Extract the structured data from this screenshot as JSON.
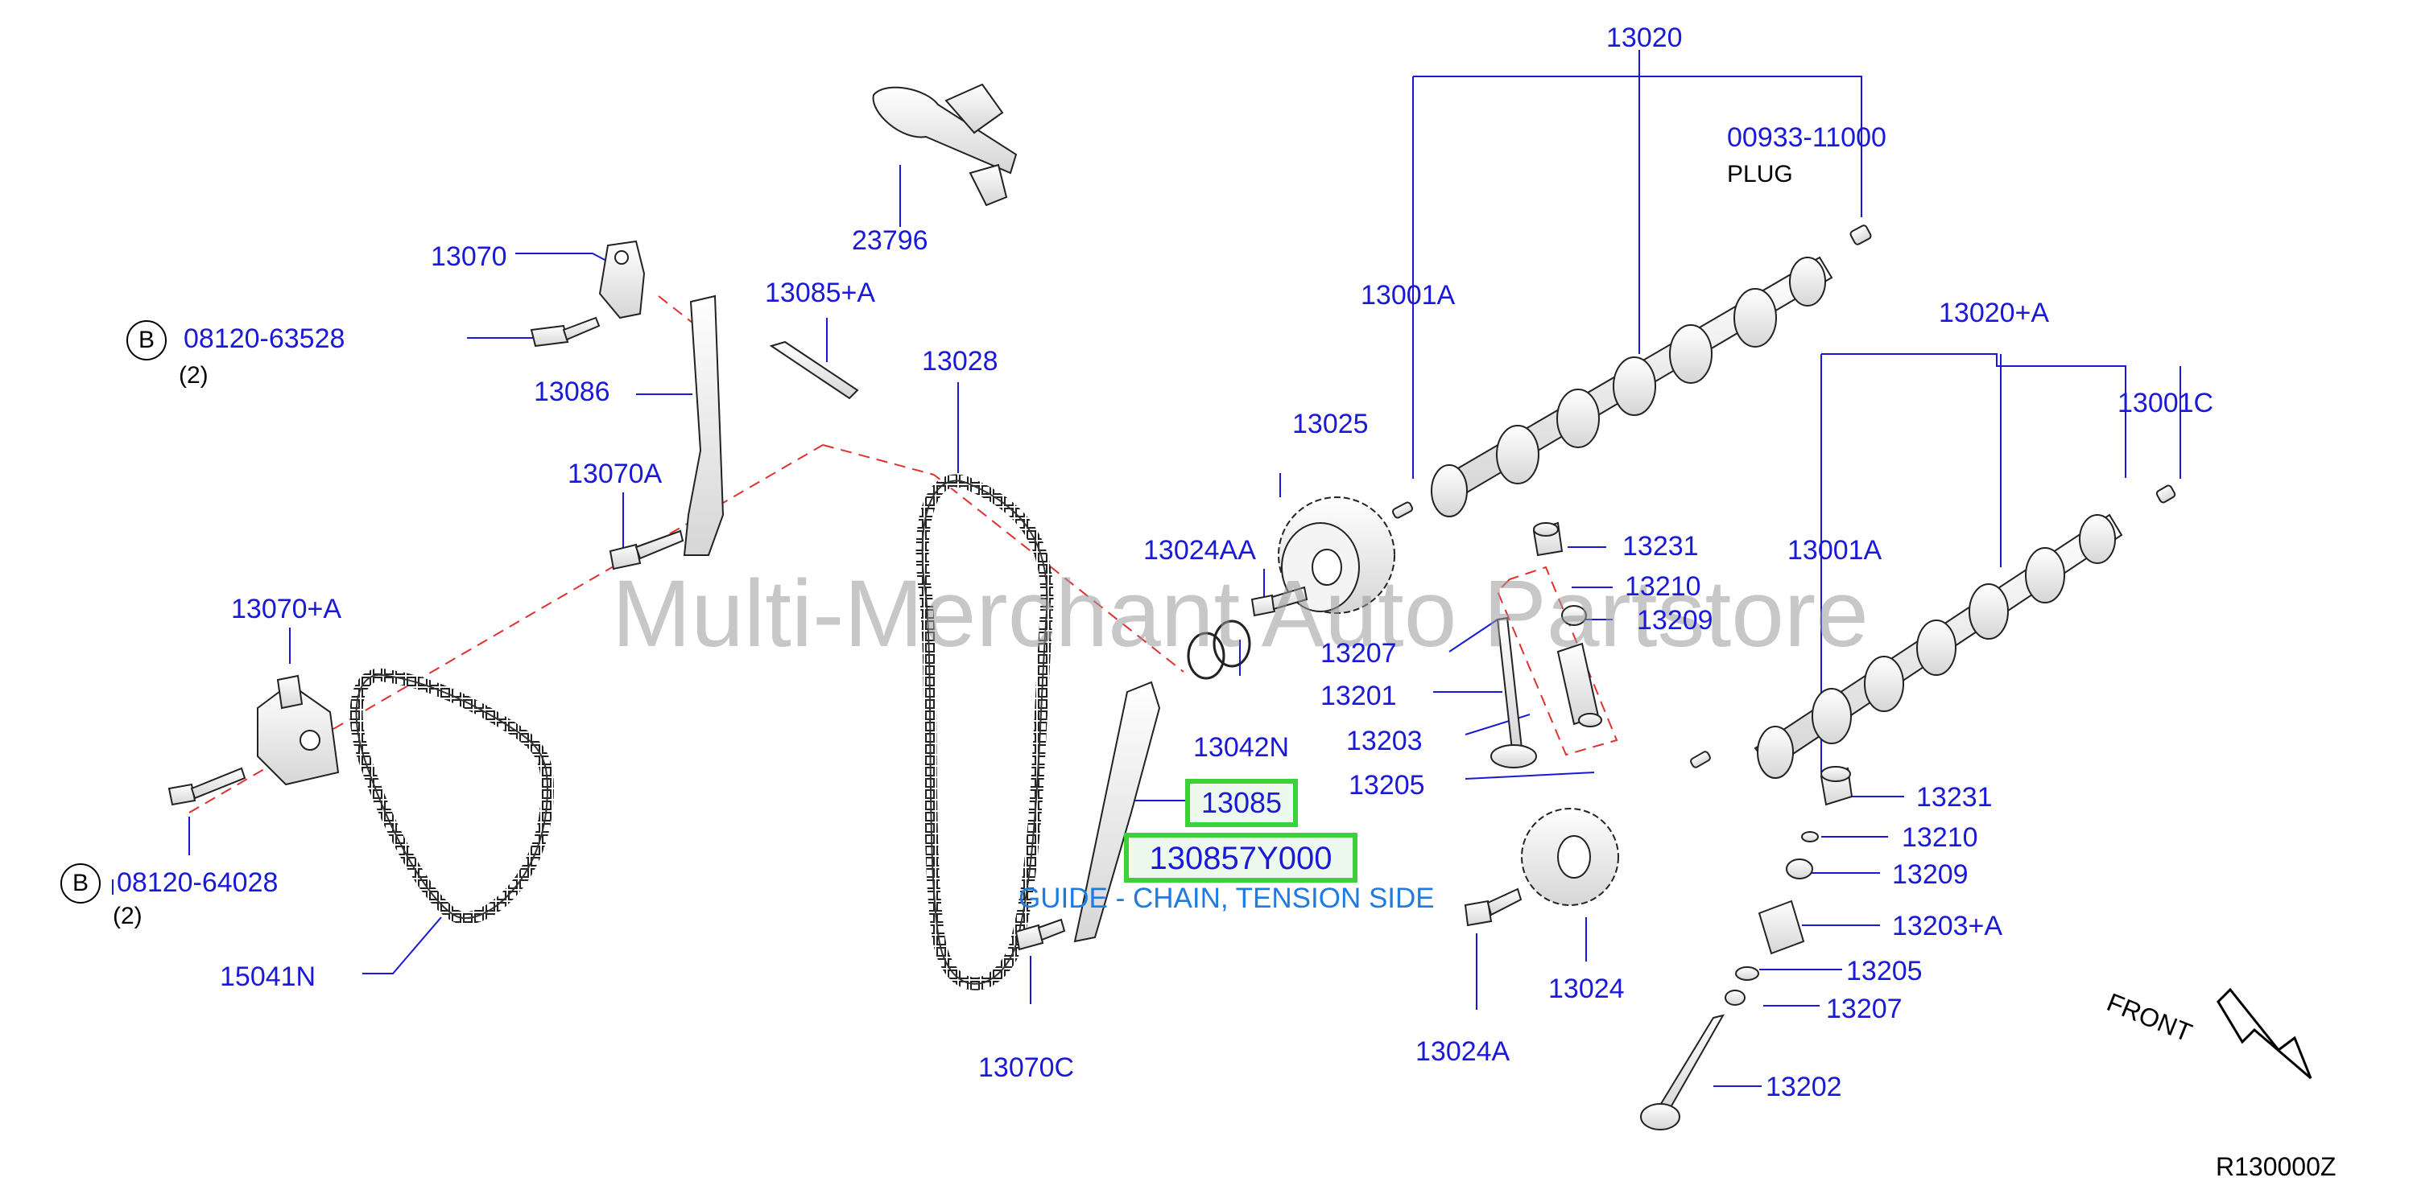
{
  "watermark": "Multi-Merchant Auto Partstore",
  "diagram_code": "R130000Z",
  "front_label": "FRONT",
  "plug_label": "PLUG",
  "description": "GUIDE - CHAIN, TENSION SIDE",
  "bolt_badge": "B",
  "highlight": {
    "part_number": "13085",
    "oem_number": "130857Y000"
  },
  "labels": {
    "p13020": "13020",
    "p00933": "00933-11000",
    "p23796": "23796",
    "p13070": "13070",
    "p13085A": "13085+A",
    "p08120_63528": "08120-63528",
    "qty_top": "(2)",
    "p13086": "13086",
    "p13028": "13028",
    "p13001A_top": "13001A",
    "p13020A": "13020+A",
    "p13001C": "13001C",
    "p13025": "13025",
    "p13070A": "13070A",
    "p13024AA": "13024AA",
    "p13231_top": "13231",
    "p13210_top": "13210",
    "p13209_top": "13209",
    "p13001A_right": "13001A",
    "p13070pA": "13070+A",
    "p13207_top": "13207",
    "p13201": "13201",
    "p13203": "13203",
    "p13042N": "13042N",
    "p13205_top": "13205",
    "p13231_bot": "13231",
    "p13210_bot": "13210",
    "p13209_bot": "13209",
    "p08120_64028": "08120-64028",
    "qty_bot": "(2)",
    "p13203A": "13203+A",
    "p13205_bot": "13205",
    "p15041N": "15041N",
    "p13024": "13024",
    "p13207_bot": "13207",
    "p13070C": "13070C",
    "p13024A": "13024A",
    "p13202": "13202"
  },
  "colors": {
    "label": "#1a1ad6",
    "highlight_border": "#3ad13a",
    "description": "#1f7be0",
    "dash": "#e03030"
  }
}
